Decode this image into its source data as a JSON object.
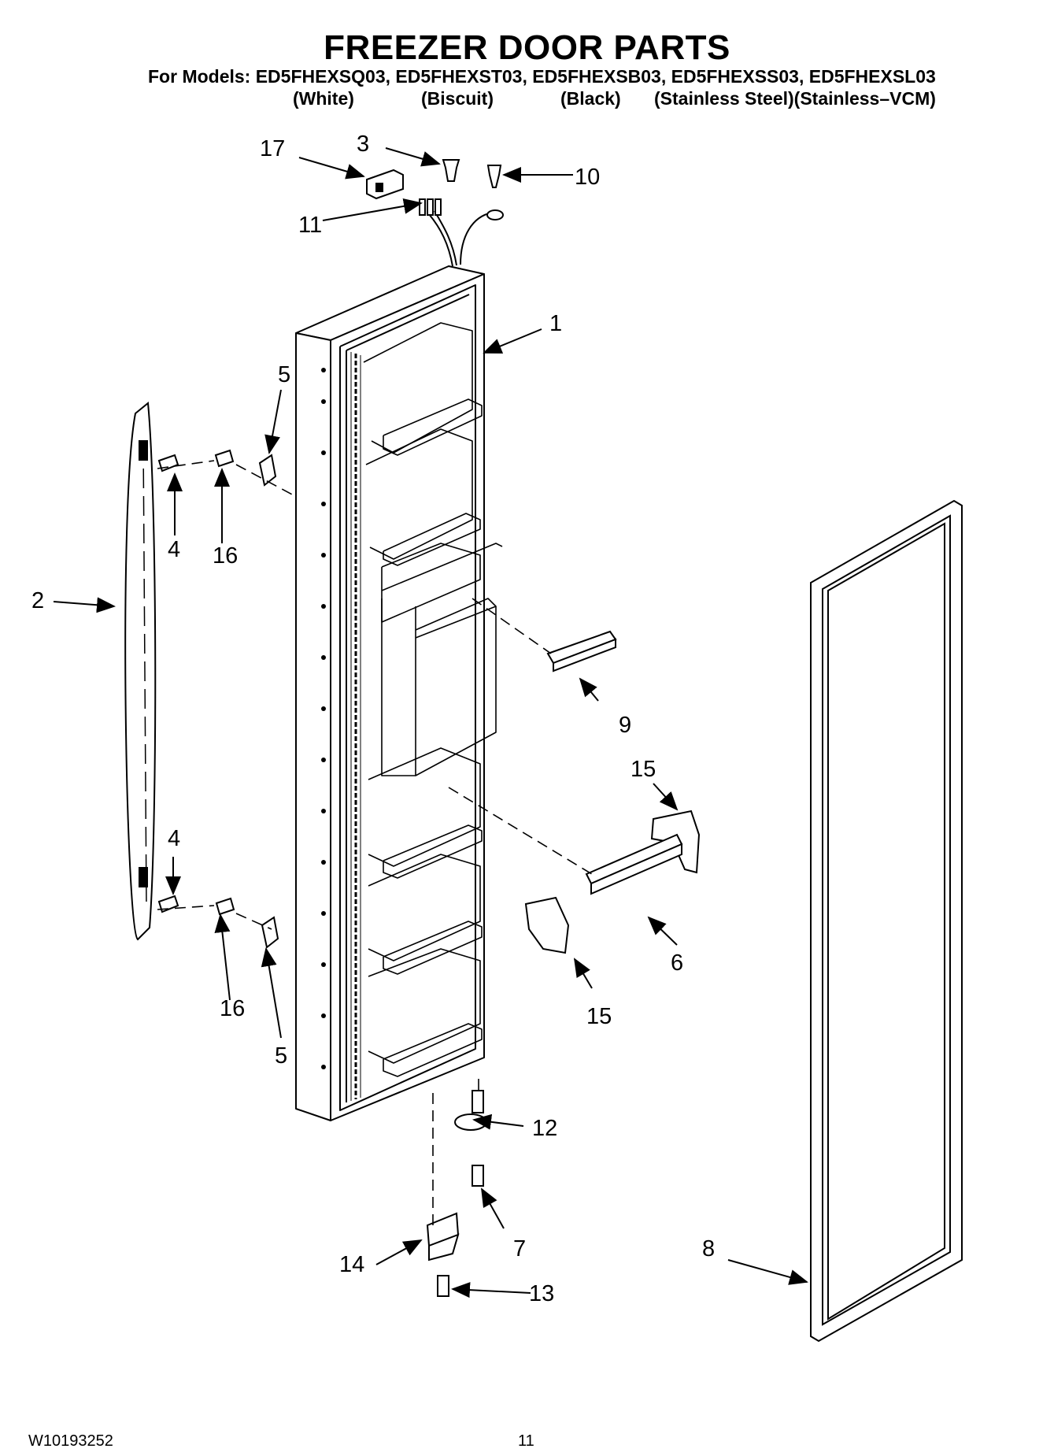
{
  "header": {
    "title": "FREEZER DOOR PARTS",
    "models_line": "For Models: ED5FHEXSQ03, ED5FHEXST03, ED5FHEXSB03, ED5FHEXSS03, ED5FHEXSL03",
    "colors": [
      "(White)",
      "(Biscuit)",
      "(Black)",
      "(Stainless Steel)(Stainless–VCM)"
    ]
  },
  "callouts": [
    "1",
    "2",
    "3",
    "4",
    "4",
    "5",
    "5",
    "6",
    "7",
    "8",
    "9",
    "10",
    "11",
    "12",
    "13",
    "14",
    "15",
    "15",
    "16",
    "16",
    "17"
  ],
  "footer": {
    "doc_number": "W10193252",
    "page": "11"
  }
}
